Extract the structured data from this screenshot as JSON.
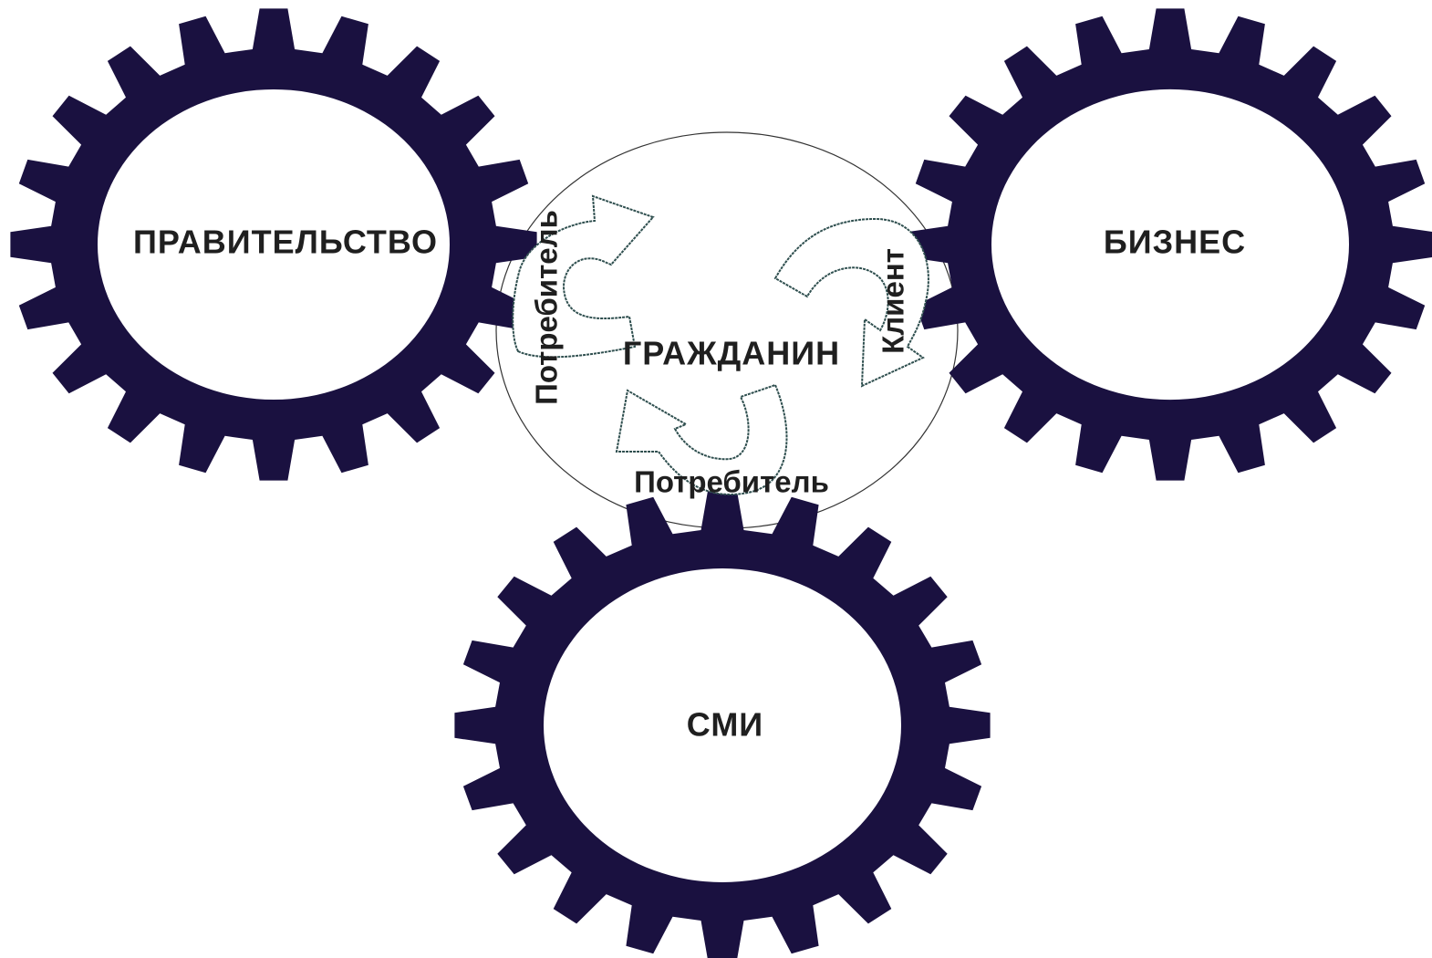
{
  "colors": {
    "gear": "#1a1140",
    "gear_hole": "#ffffff",
    "text": "#1f1f1f",
    "center_circle_stroke": "#333333",
    "arrow_stroke": "#2f4f4f",
    "arrow_fill": "#ffffff"
  },
  "gears": {
    "government": {
      "label": "ПРАВИТЕЛЬСТВО"
    },
    "business": {
      "label": "БИЗНЕС"
    },
    "media": {
      "label": "СМИ"
    }
  },
  "center": {
    "label": "ГРАЖДАНИН"
  },
  "roles": {
    "government_role": "Потребитель",
    "business_role": "Клиент",
    "media_role": "Потребитель"
  }
}
